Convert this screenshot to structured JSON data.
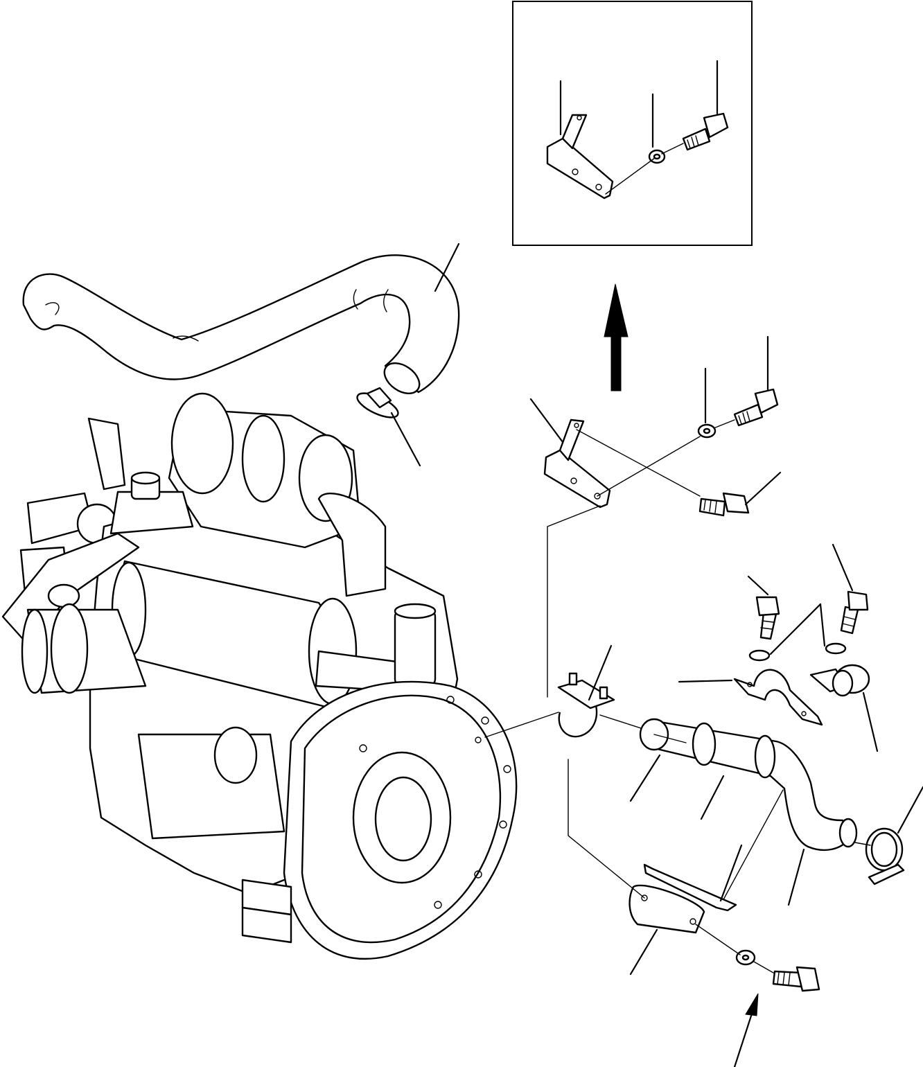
{
  "diagram": {
    "kind": "exploded-parts-view",
    "line_color": "#000000",
    "background_color": "#ffffff",
    "components": [
      "engine-assembly",
      "air-intake-hose",
      "hose-clamp",
      "exhaust-pipe",
      "muffler-hanger-bracket",
      "heat-shield",
      "pipe-clamp",
      "u-bolt-clamp",
      "bracket",
      "bolt",
      "washer"
    ],
    "detail_inset": {
      "shows": [
        "bracket",
        "washer",
        "bolt"
      ]
    },
    "arrows": [
      "detail-view-arrow",
      "direction-arrow"
    ]
  }
}
